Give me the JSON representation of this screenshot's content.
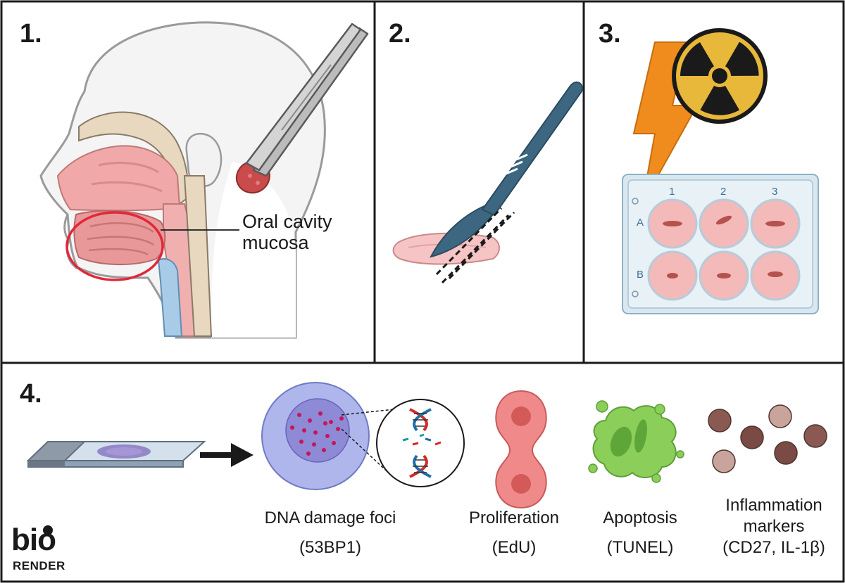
{
  "panels": {
    "p1": {
      "number": "1.",
      "label_line1": "Oral cavity",
      "label_line2": "mucosa"
    },
    "p2": {
      "number": "2."
    },
    "p3": {
      "number": "3.",
      "plate_cols": [
        "1",
        "2",
        "3"
      ],
      "plate_rows": [
        "A",
        "B"
      ]
    },
    "p4": {
      "number": "4.",
      "readouts": [
        {
          "title": "DNA damage foci",
          "subtitle": "(53BP1)"
        },
        {
          "title": "Proliferation",
          "subtitle": "(EdU)"
        },
        {
          "title": "Apoptosis",
          "subtitle": "(TUNEL)"
        },
        {
          "title_line1": "Inflammation",
          "title_line2": "markers",
          "subtitle": "(CD27, IL-1β)"
        }
      ]
    }
  },
  "logo": {
    "mark": "bio",
    "word": "RENDER"
  },
  "colors": {
    "border": "#1a1a1a",
    "tissue_pink": "#f1b3b3",
    "tool_blue": "#3d6680",
    "radiation_yellow": "#e8b83a",
    "bolt_orange": "#f08c1e",
    "ring_red": "#e0283a",
    "cell_blue": "#8f9fe0",
    "apoptosis_green": "#8bcf5a",
    "marker_brown": "#8a5a52"
  },
  "icons": [
    "tweezers-icon",
    "scalpel-icon",
    "radiation-icon",
    "lightning-icon",
    "well-plate-icon",
    "microscope-slide-icon",
    "arrow-right-icon",
    "dna-icon",
    "dividing-cell-icon",
    "apoptotic-cell-icon",
    "inflammation-cells-icon"
  ]
}
